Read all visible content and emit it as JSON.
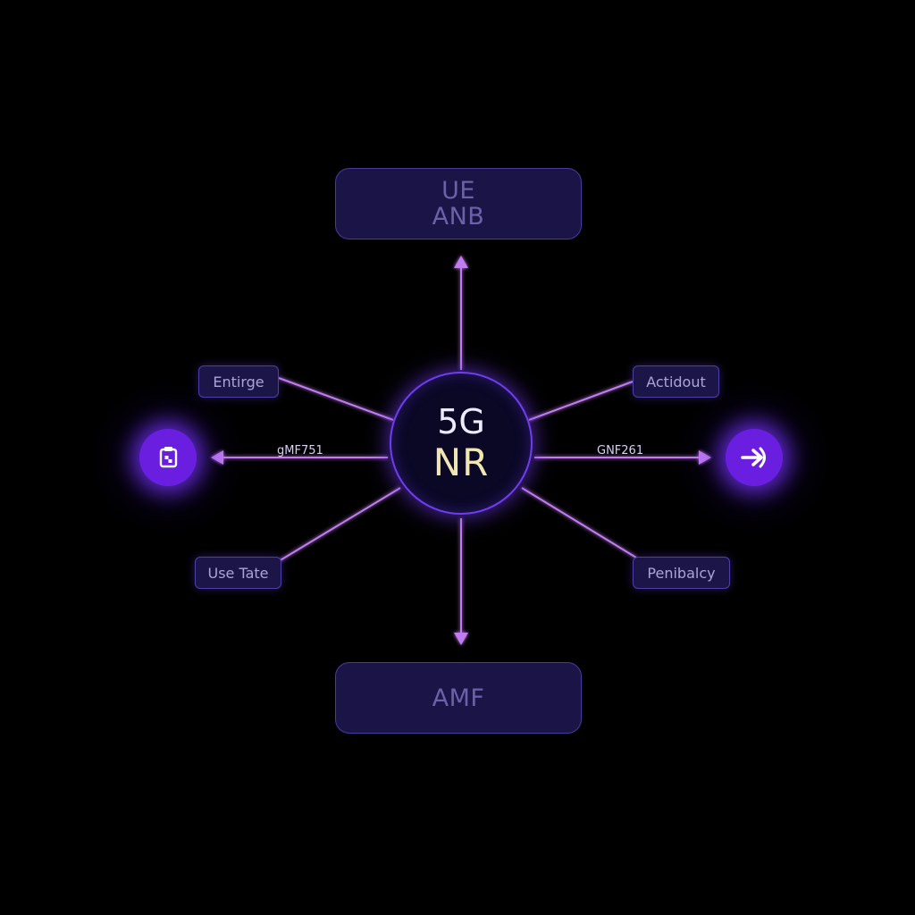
{
  "diagram": {
    "top_node": {
      "lines": [
        "UE",
        "ANB"
      ]
    },
    "bottom_node": {
      "label": "AMF"
    },
    "hub": {
      "line1": "5G",
      "line2": "NR"
    },
    "tags": {
      "upper_left": "Entirge",
      "upper_right": "Actidout",
      "lower_left": "Use Tate",
      "lower_right": "Penibalcy"
    },
    "edge_labels": {
      "left": "gMF751",
      "right": "GNF261"
    },
    "icons": {
      "left": "clipboard-icon",
      "right": "arrow-right-icon"
    },
    "colors": {
      "background": "#000000",
      "edge": "#c27cf2",
      "box_fill": "#1b1446",
      "box_border": "#4a3a9e",
      "hub_border": "#6f3df0",
      "orb": "#6a1fe0"
    }
  }
}
